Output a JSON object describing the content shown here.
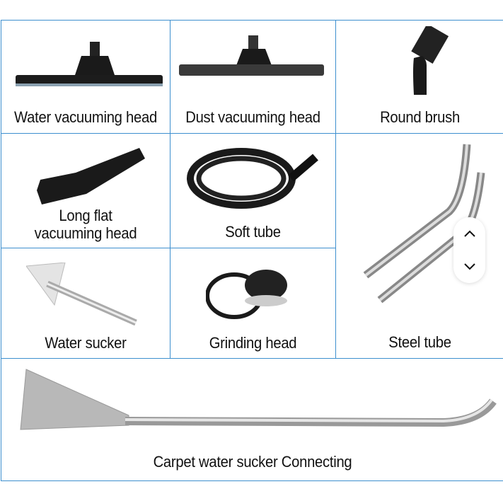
{
  "items": [
    {
      "label": "Water vacuuming head"
    },
    {
      "label": "Dust vacuuming head"
    },
    {
      "label": "Round brush"
    },
    {
      "label_line1": "Long flat",
      "label_line2": "vacuuming head"
    },
    {
      "label": "Soft tube"
    },
    {
      "label": "Steel tube"
    },
    {
      "label": "Water sucker"
    },
    {
      "label": "Grinding head"
    },
    {
      "label": "Carpet water sucker Connecting"
    }
  ],
  "scroller": {
    "up_icon": "chevron-up-icon",
    "down_icon": "chevron-down-icon"
  },
  "colors": {
    "border": "#3d8fcf"
  }
}
